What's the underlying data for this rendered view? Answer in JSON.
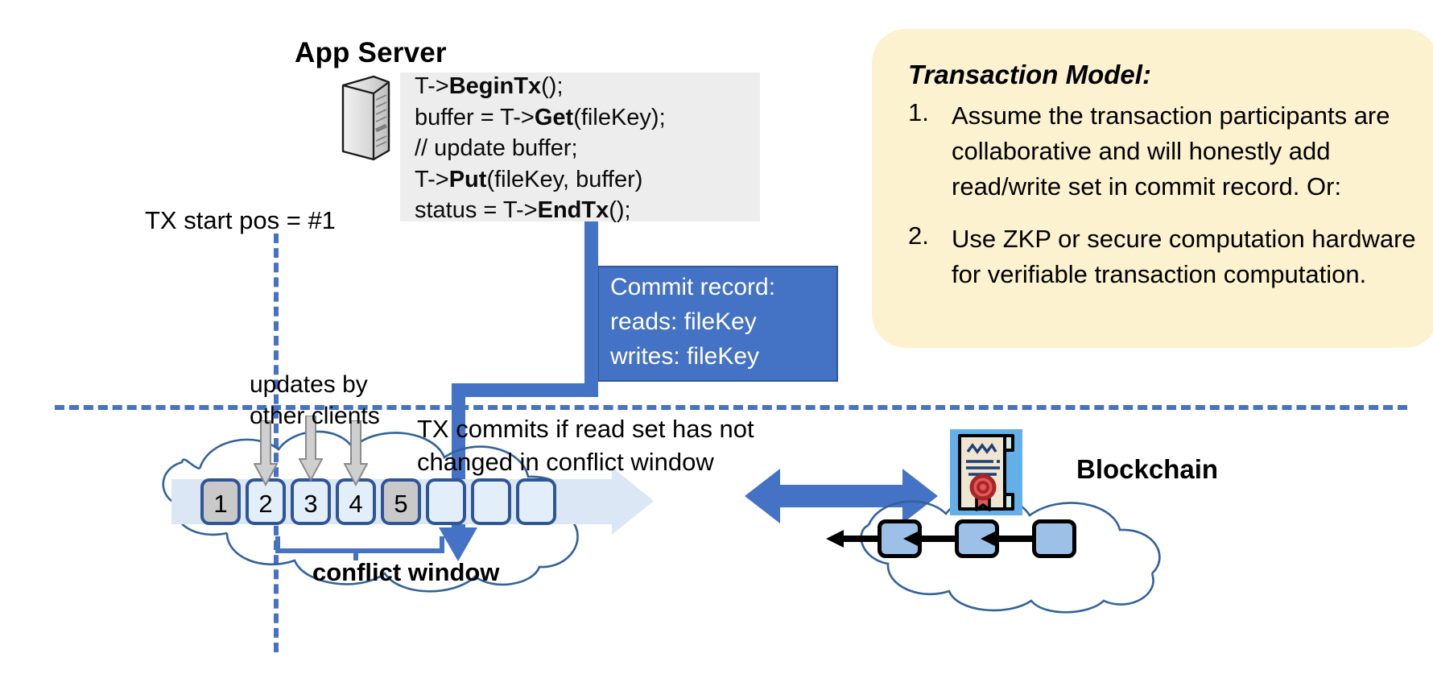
{
  "app_server": {
    "title": "App Server",
    "icon": "server-tower-icon",
    "code_lines": [
      {
        "pre": "T->",
        "bold": "BeginTx",
        "post": "();"
      },
      {
        "pre": "buffer = T->",
        "bold": "Get",
        "post": "(fileKey);"
      },
      {
        "pre": "// update buffer;",
        "bold": "",
        "post": ""
      },
      {
        "pre": "T->",
        "bold": "Put",
        "post": "(fileKey, buffer)"
      },
      {
        "pre": "status = T->",
        "bold": "EndTx",
        "post": "();"
      }
    ]
  },
  "commit_record": {
    "title": "Commit record:",
    "reads": "reads: fileKey",
    "writes": "writes: fileKey",
    "bg_color": "#4472c4"
  },
  "transaction_model": {
    "title": "Transaction Model:",
    "bg_color": "#fdf2cf",
    "items": [
      {
        "num": "1.",
        "text": "Assume the transaction participants are collaborative and will honestly add read/write set in commit record.  Or:"
      },
      {
        "num": "2.",
        "text": "Use ZKP or secure computation hardware for verifiable transaction computation."
      }
    ]
  },
  "timeline": {
    "tx_start_label": "TX start pos = #1",
    "dash_color": "#4472c4"
  },
  "ledger": {
    "updates_label": "updates by\nother clients",
    "commits_label": "TX commits if read set has not\nchanged in conflict window",
    "conflict_window_label": "conflict window",
    "slots": [
      {
        "label": "1",
        "state": "filled"
      },
      {
        "label": "2",
        "state": "empty"
      },
      {
        "label": "3",
        "state": "empty"
      },
      {
        "label": "4",
        "state": "empty"
      },
      {
        "label": "5",
        "state": "filled"
      },
      {
        "label": "",
        "state": "empty"
      },
      {
        "label": "",
        "state": "empty"
      },
      {
        "label": "",
        "state": "empty"
      }
    ],
    "gray_arrow_count": 3,
    "box_border_color": "#2f5597",
    "box_fill_color": "#e3eefb",
    "filled_fill_color": "#c9c9c9"
  },
  "blockchain": {
    "label": "Blockchain",
    "icon": "certificate-seal-icon",
    "block_count": 3,
    "block_color": "#9cc0e8"
  }
}
